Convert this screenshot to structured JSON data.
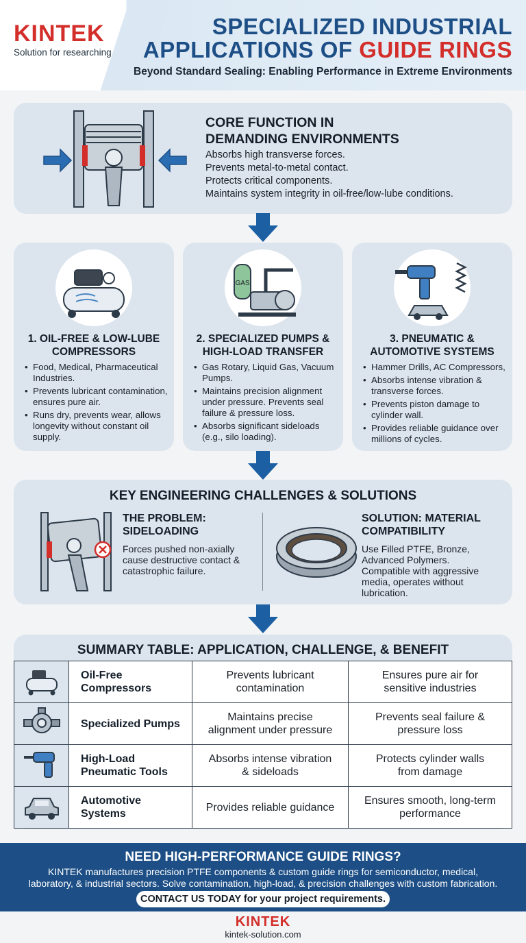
{
  "brand": {
    "logo": "KINTEK",
    "tagline": "Solution for researching"
  },
  "header": {
    "title_line1": "SPECIALIZED INDUSTRIAL",
    "title_line2_a": "APPLICATIONS OF ",
    "title_line2_b": "GUIDE RINGS",
    "subtitle": "Beyond Standard Sealing: Enabling Performance in Extreme Environments"
  },
  "core": {
    "title_line1": "CORE FUNCTION IN",
    "title_line2": "DEMANDING ENVIRONMENTS",
    "lines": [
      "Absorbs high transverse forces.",
      "Prevents metal-to-metal contact.",
      "Protects critical components.",
      "Maintains system integrity in oil-free/low-lube conditions."
    ]
  },
  "cards": [
    {
      "title_line1": "1. OIL-FREE & LOW-LUBE",
      "title_line2": "COMPRESSORS",
      "bullets": [
        "Food, Medical, Pharmaceutical Industries.",
        "Prevents lubricant contamination, ensures pure air.",
        "Runs dry, prevents wear, allows longevity without constant oil supply."
      ]
    },
    {
      "title_line1": "2. SPECIALIZED PUMPS &",
      "title_line2": "HIGH-LOAD TRANSFER",
      "gas_label": "GAS",
      "bullets": [
        "Gas Rotary, Liquid Gas, Vacuum Pumps.",
        "Maintains precision alignment under pressure. Prevents seal failure & pressure loss.",
        "Absorbs significant sideloads (e.g., silo loading)."
      ]
    },
    {
      "title_line1": "3. PNEUMATIC &",
      "title_line2": "AUTOMOTIVE SYSTEMS",
      "bullets": [
        "Hammer Drills, AC Compressors,",
        "Absorbs intense vibration & transverse forces.",
        "Prevents piston damage to cylinder wall.",
        "Provides reliable guidance over millions of cycles."
      ]
    }
  ],
  "challenges": {
    "title": "KEY ENGINEERING CHALLENGES & SOLUTIONS",
    "problem_h1": "THE PROBLEM:",
    "problem_h2": "SIDELOADING",
    "problem_lines": [
      "Forces pushed non-axially",
      "cause destructive contact &",
      "catastrophic failure."
    ],
    "solution_h1": "SOLUTION: MATERIAL",
    "solution_h2": "COMPATIBILITY",
    "solution_lines": [
      "Use Filled PTFE, Bronze,",
      "Advanced Polymers.",
      "Compatible with aggressive",
      "media, operates without",
      "lubrication."
    ]
  },
  "summary": {
    "title": "SUMMARY TABLE: APPLICATION, CHALLENGE, & BENEFIT",
    "rows": [
      {
        "icon": "compressor-icon",
        "app1": "Oil-Free",
        "app2": "Compressors",
        "ch1": "Prevents lubricant",
        "ch2": "contamination",
        "be1": "Ensures pure air for",
        "be2": "sensitive industries"
      },
      {
        "icon": "pump-icon",
        "app1": "Specialized Pumps",
        "app2": "",
        "ch1": "Maintains precise",
        "ch2": "alignment under pressure",
        "be1": "Prevents seal failure &",
        "be2": "pressure loss"
      },
      {
        "icon": "drill-icon",
        "app1": "High-Load",
        "app2": "Pneumatic Tools",
        "ch1": "Absorbs intense vibration",
        "ch2": "& sideloads",
        "be1": "Protects cylinder walls",
        "be2": "from damage"
      },
      {
        "icon": "car-icon",
        "app1": "Automotive",
        "app2": "Systems",
        "ch1": "Provides reliable guidance",
        "ch2": "",
        "be1": "Ensures smooth, long-term",
        "be2": "performance"
      }
    ]
  },
  "cta": {
    "title": "NEED HIGH-PERFORMANCE GUIDE RINGS?",
    "line1": "KINTEK manufactures precision PTFE components & custom guide rings for semiconductor, medical,",
    "line2": "laboratory, & industrial sectors. Solve contamination, high-load, & precision challenges with custom fabrication.",
    "button": "CONTACT US TODAY for your project requirements."
  },
  "footer": {
    "logo": "KINTEK",
    "url": "kintek-solution.com"
  },
  "colors": {
    "brand_blue": "#1d4f86",
    "brand_red": "#d32e2a",
    "panel": "#dce5ee"
  }
}
